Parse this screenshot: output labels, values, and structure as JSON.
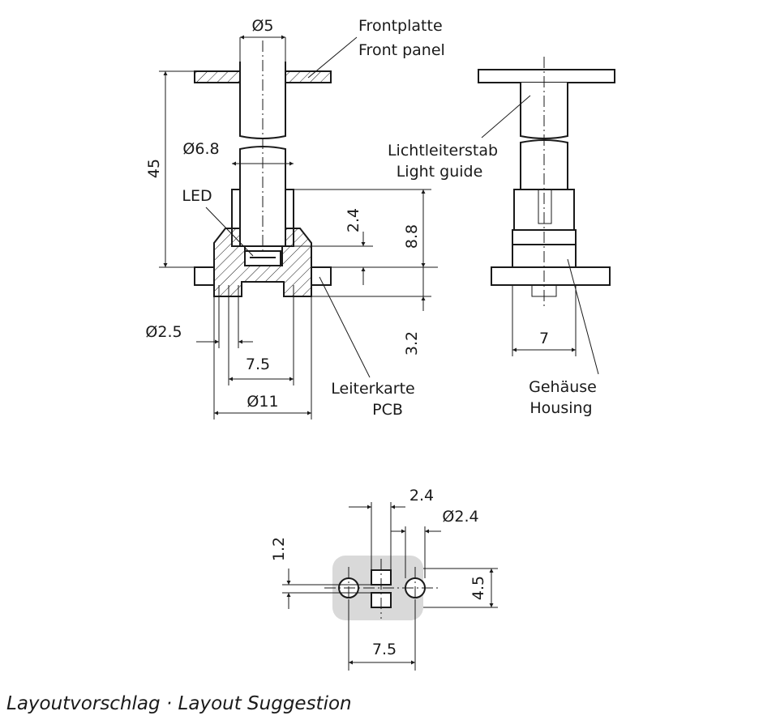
{
  "side_view": {
    "dim_front_diameter": "Ø5",
    "dim_length": "45",
    "dim_lightguide_diameter": "Ø6.8",
    "label_led": "LED",
    "dim_led_height": "2.4",
    "dim_housing_height": "8.8",
    "dim_pcb_thickness": "3.2",
    "dim_pin_diameter": "Ø2.5",
    "dim_pin_spacing": "7.5",
    "dim_housing_diameter": "Ø11",
    "label_front_panel_de": "Frontplatte",
    "label_front_panel_en": "Front panel",
    "label_pcb_de": "Leiterkarte",
    "label_pcb_en": "PCB"
  },
  "front_view": {
    "label_light_guide_de": "Lichtleiterstab",
    "label_light_guide_en": "Light guide",
    "dim_width": "7",
    "label_housing_de": "Gehäuse",
    "label_housing_en": "Housing"
  },
  "layout_suggestion": {
    "dim_pad_width": "2.4",
    "dim_hole_diameter": "Ø2.4",
    "dim_pad_gap": "1.2",
    "dim_height": "4.5",
    "dim_hole_spacing": "7.5",
    "caption": "Layoutvorschlag · Layout Suggestion"
  }
}
